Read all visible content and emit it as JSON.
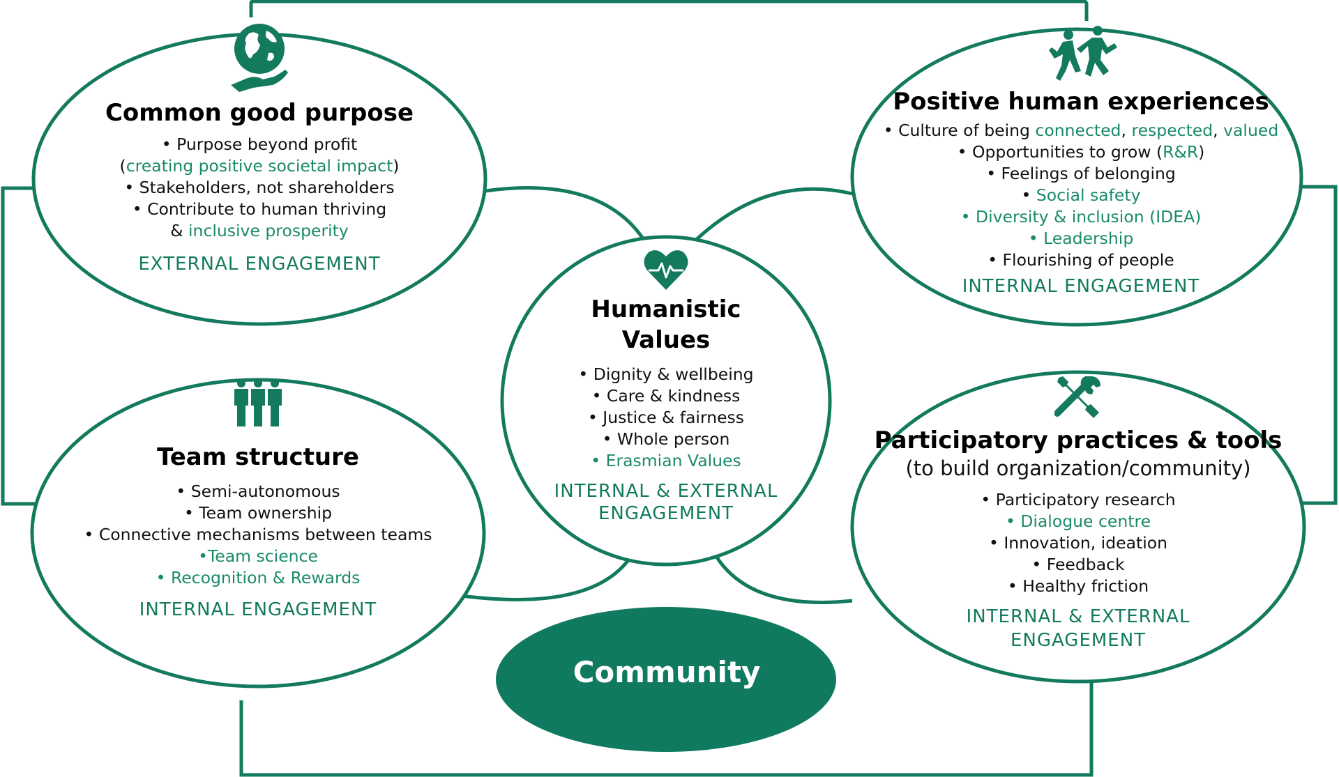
{
  "colors": {
    "accent": "#137a5e",
    "highlight": "#1a8a6a",
    "text": "#111111",
    "fill": "#0f7a5f"
  },
  "common_good": {
    "icon": "hand-globe-icon",
    "title": "Common good purpose",
    "items": [
      {
        "parts": [
          {
            "text": "• Purpose beyond profit",
            "hl": false
          }
        ]
      },
      {
        "parts": [
          {
            "text": "(",
            "hl": false
          },
          {
            "text": "creating positive societal impact",
            "hl": true
          },
          {
            "text": ")",
            "hl": false
          }
        ]
      },
      {
        "parts": [
          {
            "text": "• Stakeholders, not shareholders",
            "hl": false
          }
        ]
      },
      {
        "parts": [
          {
            "text": "• Contribute to human thriving",
            "hl": false
          }
        ]
      },
      {
        "parts": [
          {
            "text": "& ",
            "hl": false
          },
          {
            "text": "inclusive prosperity",
            "hl": true
          }
        ]
      }
    ],
    "footer": "EXTERNAL ENGAGEMENT"
  },
  "positive_experiences": {
    "icon": "people-dancing-icon",
    "title": "Positive human experiences",
    "items": [
      {
        "parts": [
          {
            "text": "• Culture of being ",
            "hl": false
          },
          {
            "text": "connected",
            "hl": true
          },
          {
            "text": ", ",
            "hl": false
          },
          {
            "text": "respected",
            "hl": true
          },
          {
            "text": ", ",
            "hl": false
          },
          {
            "text": "valued",
            "hl": true
          }
        ]
      },
      {
        "parts": [
          {
            "text": "• Opportunities to grow (",
            "hl": false
          },
          {
            "text": "R&R",
            "hl": true
          },
          {
            "text": ")",
            "hl": false
          }
        ]
      },
      {
        "parts": [
          {
            "text": "• Feelings of belonging",
            "hl": false
          }
        ]
      },
      {
        "parts": [
          {
            "text": "• ",
            "hl": false
          },
          {
            "text": "Social safety",
            "hl": true
          }
        ]
      },
      {
        "parts": [
          {
            "text": "• Diversity & inclusion (IDEA)",
            "hl": true
          }
        ]
      },
      {
        "parts": [
          {
            "text": "• Leadership",
            "hl": true
          }
        ]
      },
      {
        "parts": [
          {
            "text": "• Flourishing of people",
            "hl": false
          }
        ]
      }
    ],
    "footer": "INTERNAL ENGAGEMENT"
  },
  "humanistic_values": {
    "icon": "heart-pulse-icon",
    "title_line1": "Humanistic",
    "title_line2": "Values",
    "items": [
      {
        "parts": [
          {
            "text": "• Dignity & wellbeing",
            "hl": false
          }
        ]
      },
      {
        "parts": [
          {
            "text": "• Care & kindness",
            "hl": false
          }
        ]
      },
      {
        "parts": [
          {
            "text": "• Justice & fairness",
            "hl": false
          }
        ]
      },
      {
        "parts": [
          {
            "text": "• Whole person",
            "hl": false
          }
        ]
      },
      {
        "parts": [
          {
            "text": "• Erasmian Values",
            "hl": true
          }
        ]
      }
    ],
    "footer_line1": "INTERNAL & EXTERNAL",
    "footer_line2": "ENGAGEMENT"
  },
  "team_structure": {
    "icon": "team-people-icon",
    "title": "Team structure",
    "items": [
      {
        "parts": [
          {
            "text": "• Semi-autonomous",
            "hl": false
          }
        ]
      },
      {
        "parts": [
          {
            "text": "• Team ownership",
            "hl": false
          }
        ]
      },
      {
        "parts": [
          {
            "text": "• Connective mechanisms between teams",
            "hl": false
          }
        ]
      },
      {
        "parts": [
          {
            "text": "•Team science",
            "hl": true
          }
        ]
      },
      {
        "parts": [
          {
            "text": "• Recognition & Rewards",
            "hl": true
          }
        ]
      }
    ],
    "footer": "INTERNAL ENGAGEMENT"
  },
  "participatory": {
    "icon": "wrench-screwdriver-icon",
    "title": "Participatory practices & tools",
    "subtitle": "(to build organization/community)",
    "items": [
      {
        "parts": [
          {
            "text": "• Participatory research",
            "hl": false
          }
        ]
      },
      {
        "parts": [
          {
            "text": "• Dialogue centre",
            "hl": true
          }
        ]
      },
      {
        "parts": [
          {
            "text": "• Innovation, ideation",
            "hl": false
          }
        ]
      },
      {
        "parts": [
          {
            "text": "• Feedback",
            "hl": false
          }
        ]
      },
      {
        "parts": [
          {
            "text": "• Healthy friction",
            "hl": false
          }
        ]
      }
    ],
    "footer_line1": "INTERNAL & EXTERNAL",
    "footer_line2": "ENGAGEMENT"
  },
  "community": {
    "label": "Community"
  }
}
